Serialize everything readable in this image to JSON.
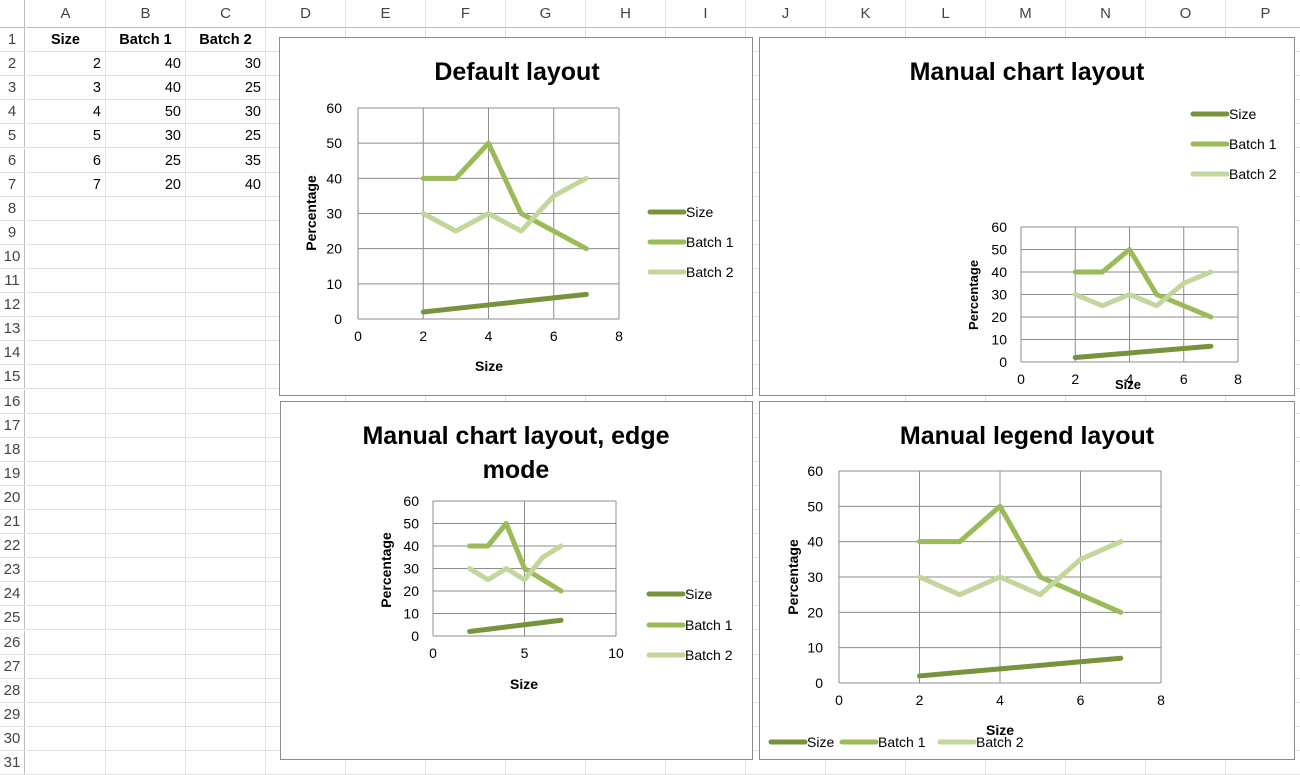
{
  "columns": [
    "A",
    "B",
    "C",
    "D",
    "E",
    "F",
    "G",
    "H",
    "I",
    "J",
    "K",
    "L",
    "M",
    "N",
    "O",
    "P"
  ],
  "rows": [
    "1",
    "2",
    "3",
    "4",
    "5",
    "6",
    "7",
    "8",
    "9",
    "10",
    "11",
    "12",
    "13",
    "14",
    "15",
    "16",
    "17",
    "18",
    "19",
    "20",
    "21",
    "22",
    "23",
    "24",
    "25",
    "26",
    "27",
    "28",
    "29",
    "30",
    "31"
  ],
  "table": {
    "headers": [
      "Size",
      "Batch 1",
      "Batch 2"
    ],
    "rows": [
      [
        "2",
        "40",
        "30"
      ],
      [
        "3",
        "40",
        "25"
      ],
      [
        "4",
        "50",
        "30"
      ],
      [
        "5",
        "30",
        "25"
      ],
      [
        "6",
        "25",
        "35"
      ],
      [
        "7",
        "20",
        "40"
      ]
    ]
  },
  "colors": {
    "size": "#77933c",
    "batch1": "#9bbb59",
    "batch2": "#c3d69b",
    "grid": "#8c8c8c"
  },
  "chart_data": [
    {
      "type": "line",
      "title": "Default layout",
      "xlabel": "Size",
      "ylabel": "Percentage",
      "xlim": [
        0,
        8
      ],
      "xticks": [
        "0",
        "2",
        "4",
        "6",
        "8"
      ],
      "ylim": [
        0,
        60
      ],
      "yticks": [
        "0",
        "10",
        "20",
        "30",
        "40",
        "50",
        "60"
      ],
      "legend": "right",
      "series": [
        {
          "name": "Size",
          "x": [
            2,
            3,
            4,
            5,
            6,
            7
          ],
          "values": [
            2,
            3,
            4,
            5,
            6,
            7
          ]
        },
        {
          "name": "Batch 1",
          "x": [
            2,
            3,
            4,
            5,
            6,
            7
          ],
          "values": [
            40,
            40,
            50,
            30,
            25,
            20
          ]
        },
        {
          "name": "Batch 2",
          "x": [
            2,
            3,
            4,
            5,
            6,
            7
          ],
          "values": [
            30,
            25,
            30,
            25,
            35,
            40
          ]
        }
      ]
    },
    {
      "type": "line",
      "title": "Manual chart layout",
      "xlabel": "Size",
      "ylabel": "Percentage",
      "xlim": [
        0,
        8
      ],
      "xticks": [
        "0",
        "2",
        "4",
        "6",
        "8"
      ],
      "ylim": [
        0,
        60
      ],
      "yticks": [
        "0",
        "10",
        "20",
        "30",
        "40",
        "50",
        "60"
      ],
      "legend": "top-right",
      "series": [
        {
          "name": "Size",
          "x": [
            2,
            3,
            4,
            5,
            6,
            7
          ],
          "values": [
            2,
            3,
            4,
            5,
            6,
            7
          ]
        },
        {
          "name": "Batch 1",
          "x": [
            2,
            3,
            4,
            5,
            6,
            7
          ],
          "values": [
            40,
            40,
            50,
            30,
            25,
            20
          ]
        },
        {
          "name": "Batch 2",
          "x": [
            2,
            3,
            4,
            5,
            6,
            7
          ],
          "values": [
            30,
            25,
            30,
            25,
            35,
            40
          ]
        }
      ]
    },
    {
      "type": "line",
      "title": "Manual chart layout, edge mode",
      "xlabel": "Size",
      "ylabel": "Percentage",
      "xlim": [
        0,
        10
      ],
      "xticks": [
        "0",
        "5",
        "10"
      ],
      "ylim": [
        0,
        60
      ],
      "yticks": [
        "0",
        "10",
        "20",
        "30",
        "40",
        "50",
        "60"
      ],
      "legend": "right",
      "series": [
        {
          "name": "Size",
          "x": [
            2,
            3,
            4,
            5,
            6,
            7
          ],
          "values": [
            2,
            3,
            4,
            5,
            6,
            7
          ]
        },
        {
          "name": "Batch 1",
          "x": [
            2,
            3,
            4,
            5,
            6,
            7
          ],
          "values": [
            40,
            40,
            50,
            30,
            25,
            20
          ]
        },
        {
          "name": "Batch 2",
          "x": [
            2,
            3,
            4,
            5,
            6,
            7
          ],
          "values": [
            30,
            25,
            30,
            25,
            35,
            40
          ]
        }
      ]
    },
    {
      "type": "line",
      "title": "Manual legend layout",
      "xlabel": "Size",
      "ylabel": "Percentage",
      "xlim": [
        0,
        8
      ],
      "xticks": [
        "0",
        "2",
        "4",
        "6",
        "8"
      ],
      "ylim": [
        0,
        60
      ],
      "yticks": [
        "0",
        "10",
        "20",
        "30",
        "40",
        "50",
        "60"
      ],
      "legend": "bottom-left",
      "series": [
        {
          "name": "Size",
          "x": [
            2,
            3,
            4,
            5,
            6,
            7
          ],
          "values": [
            2,
            3,
            4,
            5,
            6,
            7
          ]
        },
        {
          "name": "Batch 1",
          "x": [
            2,
            3,
            4,
            5,
            6,
            7
          ],
          "values": [
            40,
            40,
            50,
            30,
            25,
            20
          ]
        },
        {
          "name": "Batch 2",
          "x": [
            2,
            3,
            4,
            5,
            6,
            7
          ],
          "values": [
            30,
            25,
            30,
            25,
            35,
            40
          ]
        }
      ]
    }
  ]
}
